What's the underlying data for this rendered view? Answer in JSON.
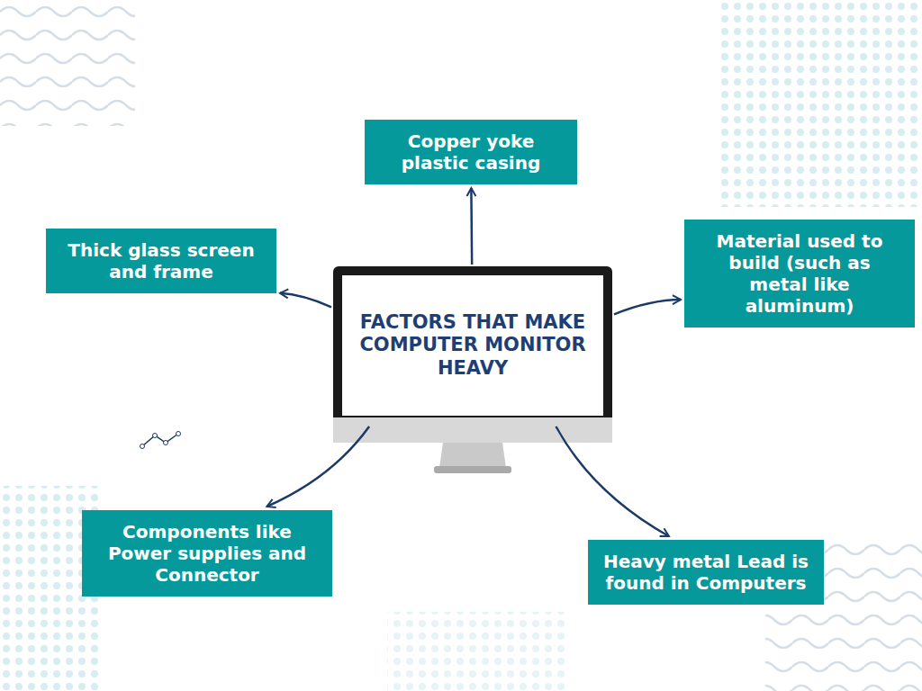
{
  "diagram": {
    "nodes": [
      {
        "text": [
          "Copper yoke plastic casing"
        ]
      },
      {
        "text": [
          "Thick glass screen and frame"
        ]
      },
      {
        "text": [
          "Material used to build (such as metal like aluminum)"
        ]
      },
      {
        "text": [
          "FACTORS THAT MAKE COMPUTER MONITOR HEAVY"
        ]
      },
      {
        "text": [
          "Components like Power supplies and Connector"
        ]
      },
      {
        "text": [
          "Heavy metal Lead is found in Computers"
        ]
      }
    ],
    "edges": [
      {
        "from": 3,
        "to": 0,
        "arrow": "to"
      },
      {
        "from": 3,
        "to": 1,
        "arrow": "to"
      },
      {
        "from": 3,
        "to": 2,
        "arrow": "to"
      },
      {
        "from": 3,
        "to": 4,
        "arrow": "to"
      },
      {
        "from": 3,
        "to": 5,
        "arrow": "to"
      }
    ]
  }
}
